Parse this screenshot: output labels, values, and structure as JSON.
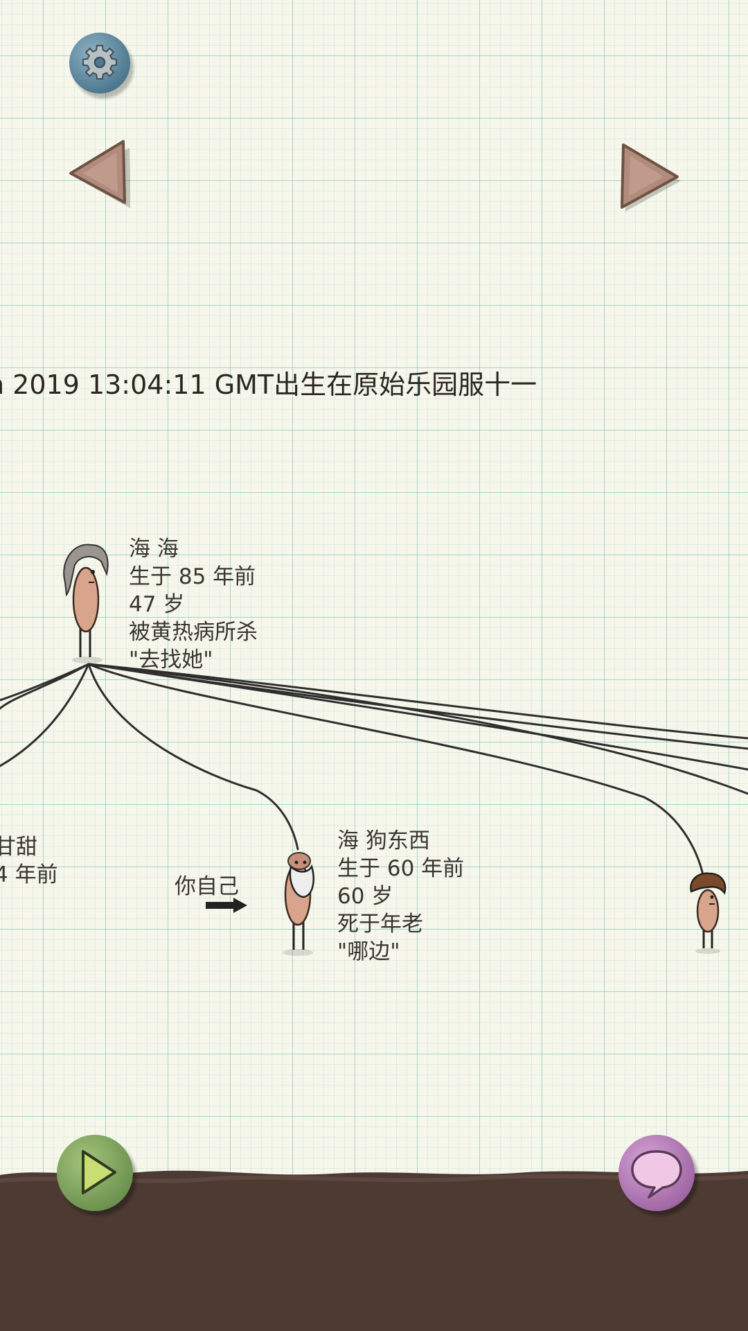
{
  "header": {
    "birth_line": "n 2019 13:04:11 GMT出生在原始乐园服十一"
  },
  "buttons": {
    "settings_icon": "gear-icon",
    "prev_icon": "triangle-left-icon",
    "next_icon": "triangle-right-icon",
    "play_icon": "play-icon",
    "chat_icon": "speech-bubble-icon"
  },
  "people": [
    {
      "name": "海 海",
      "born": "生于 85 年前",
      "age": "47 岁",
      "death": "被黄热病所杀",
      "last_words": "\"去找她\""
    },
    {
      "name_partial": "甘甜",
      "born_partial": "4 年前"
    },
    {
      "name": "海 狗东西",
      "born": "生于 60 年前",
      "age": "60 岁",
      "death": "死于年老",
      "last_words": "\"哪边\""
    }
  ],
  "you_label": "你自己",
  "colors": {
    "paper": "#f6f7ea",
    "grid": "#8cc6c6",
    "ground": "#4d3a33",
    "settings": "#4e7990",
    "arrows": "#b18c7c",
    "play": "#6f9450",
    "chat": "#a26aa6"
  }
}
